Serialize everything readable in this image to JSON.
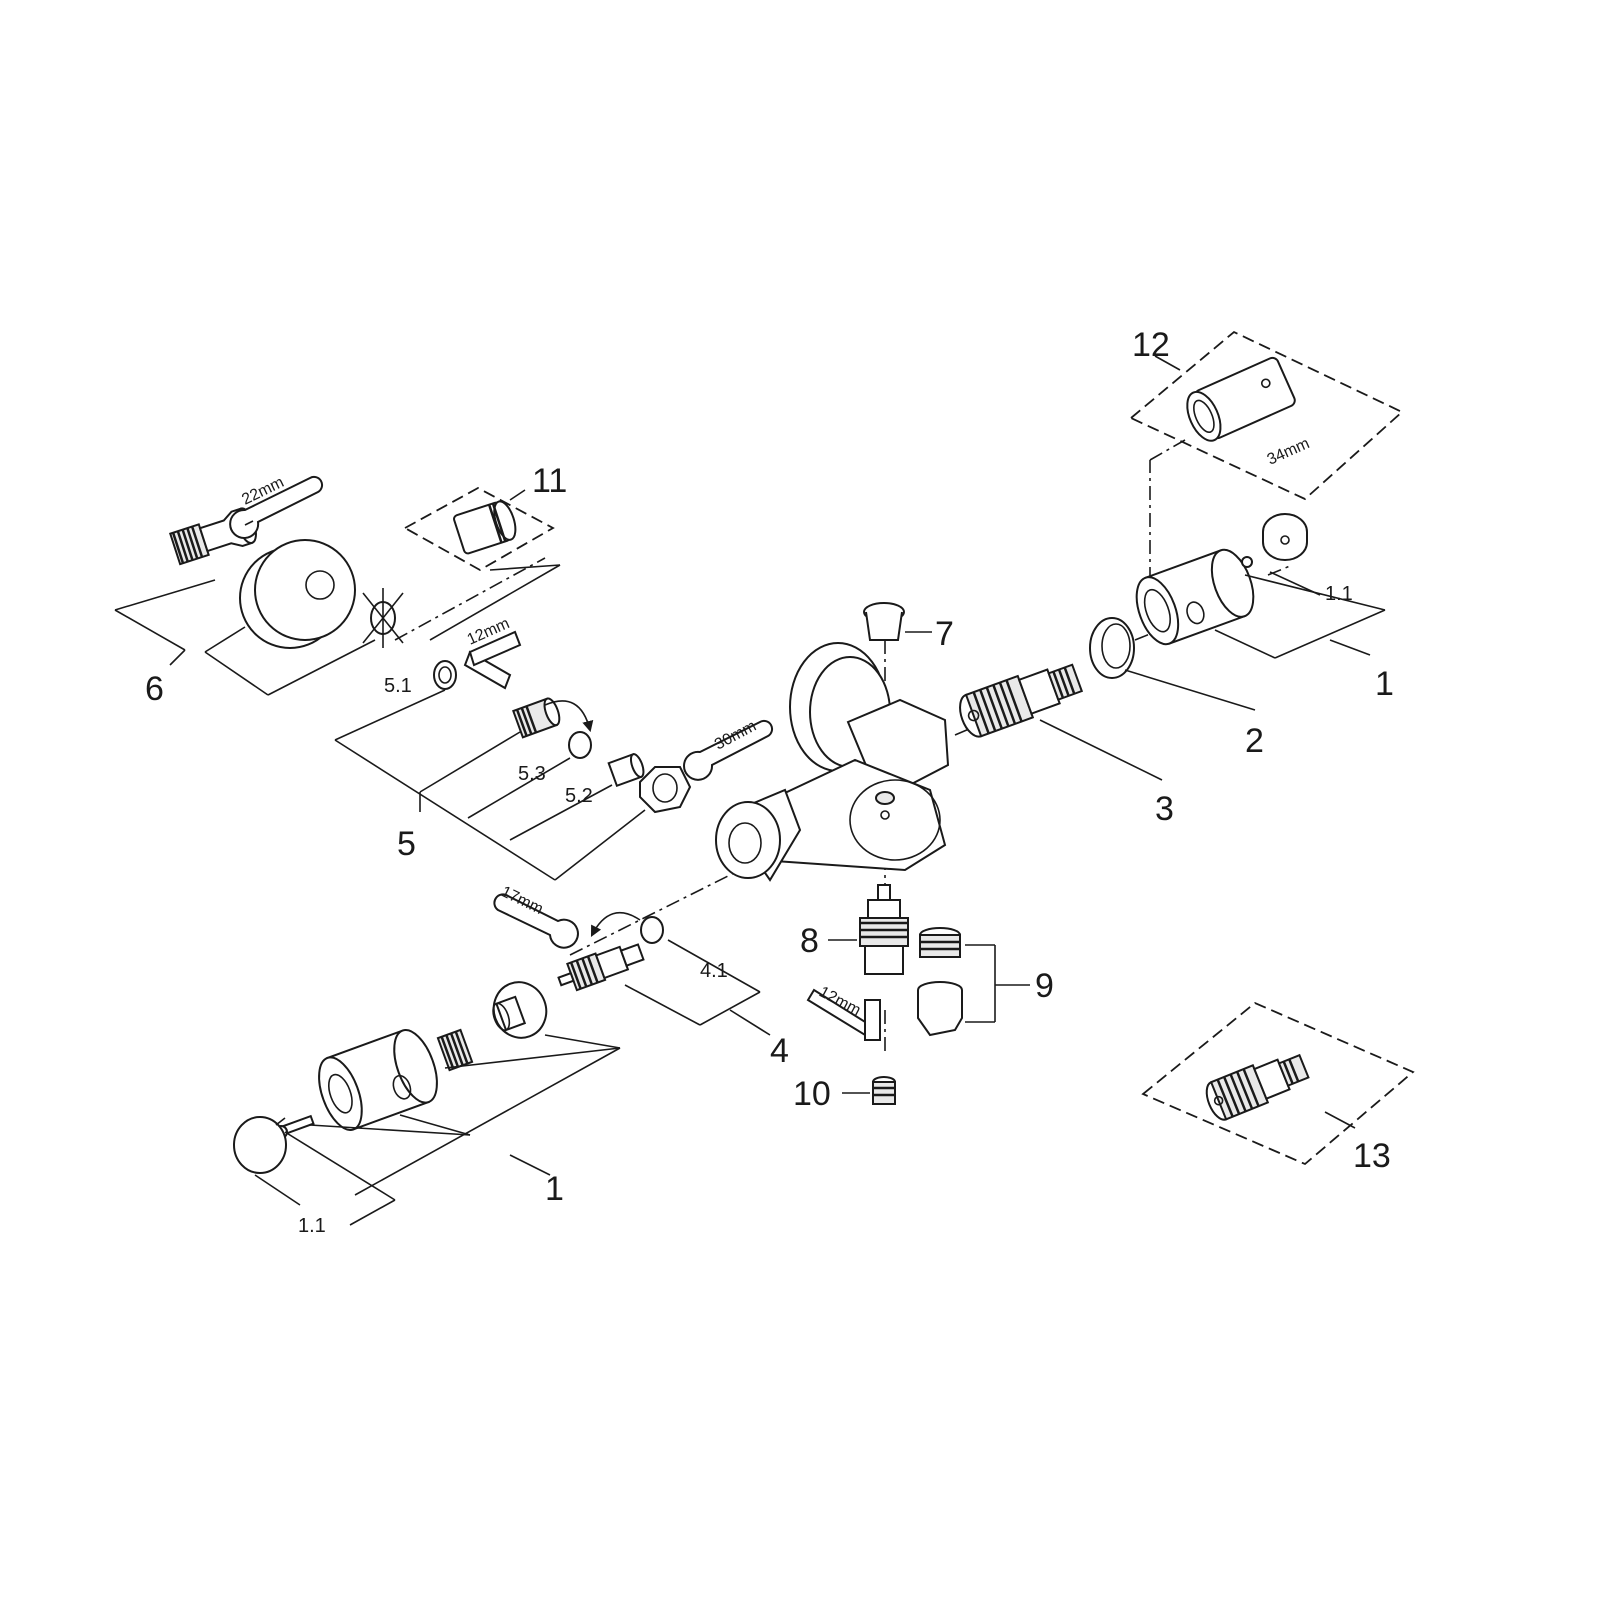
{
  "callouts": {
    "c1_right": "1",
    "c1_1_right": "1.1",
    "c2": "2",
    "c3": "3",
    "c4": "4",
    "c4_1": "4.1",
    "c5": "5",
    "c5_1": "5.1",
    "c5_2": "5.2",
    "c5_3": "5.3",
    "c6": "6",
    "c7": "7",
    "c8": "8",
    "c9": "9",
    "c10": "10",
    "c11": "11",
    "c12": "12",
    "c13": "13",
    "c1_left": "1",
    "c1_1_left": "1.1"
  },
  "tools": {
    "wrench_22": "22mm",
    "hex_12_top": "12mm",
    "wrench_30": "30mm",
    "wrench_17": "17mm",
    "hex_12_bottom": "12mm",
    "socket_34": "34mm"
  }
}
